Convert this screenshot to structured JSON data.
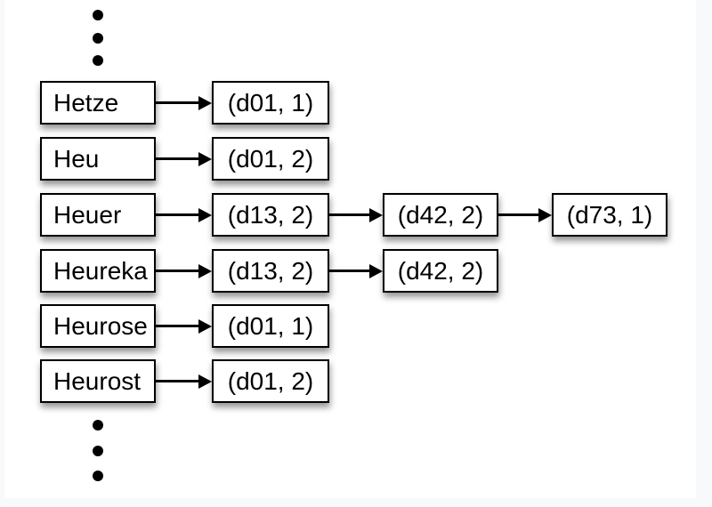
{
  "diagram": {
    "colors": {
      "page_background": "#f8f9fa",
      "slide_background": "#ffffff",
      "box_fill": "#ffffff",
      "box_border": "#000000",
      "text": "#000000",
      "arrow": "#000000",
      "shadow": "rgba(0,0,0,0.42)"
    },
    "icons": {
      "arrow_right": "→",
      "vertical_ellipsis": "⋮"
    }
  },
  "rows": [
    {
      "term": "Hetze",
      "postings": [
        "(d01, 1)"
      ]
    },
    {
      "term": "Heu",
      "postings": [
        "(d01, 2)"
      ]
    },
    {
      "term": "Heuer",
      "postings": [
        "(d13, 2)",
        "(d42, 2)",
        "(d73, 1)"
      ]
    },
    {
      "term": "Heureka",
      "postings": [
        "(d13, 2)",
        "(d42, 2)"
      ]
    },
    {
      "term": "Heurose",
      "postings": [
        "(d01, 1)"
      ]
    },
    {
      "term": "Heurost",
      "postings": [
        "(d01, 2)"
      ]
    }
  ]
}
